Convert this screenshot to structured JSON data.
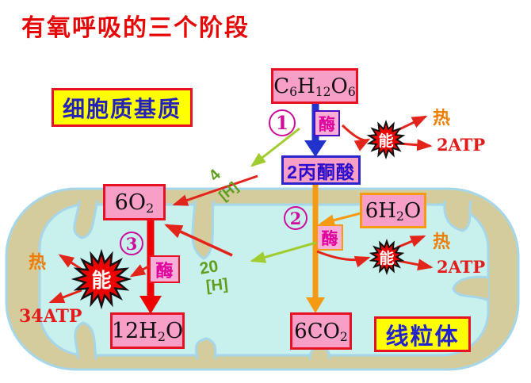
{
  "title": "有氧呼吸的三个阶段",
  "regions": {
    "cytoplasm": "细胞质基质",
    "mitochondrion": "线粒体"
  },
  "molecules": {
    "glucose": {
      "parts": [
        {
          "t": "C"
        },
        {
          "t": "6",
          "sub": true
        },
        {
          "t": "H"
        },
        {
          "t": "12",
          "sub": true
        },
        {
          "t": "O"
        },
        {
          "t": "6",
          "sub": true
        }
      ]
    },
    "pyruvate": {
      "text": "2丙酮酸"
    },
    "oxygen": {
      "parts": [
        {
          "t": "6O"
        },
        {
          "t": "2",
          "sub": true
        }
      ]
    },
    "water_in": {
      "parts": [
        {
          "t": "6H"
        },
        {
          "t": "2",
          "sub": true
        },
        {
          "t": "O"
        }
      ]
    },
    "water_out": {
      "parts": [
        {
          "t": "12H"
        },
        {
          "t": "2",
          "sub": true
        },
        {
          "t": "O"
        }
      ]
    },
    "co2": {
      "parts": [
        {
          "t": "6CO"
        },
        {
          "t": "2",
          "sub": true
        }
      ]
    }
  },
  "stages": {
    "one": "1",
    "two": "2",
    "three": "3"
  },
  "labels": {
    "enzyme": "酶",
    "energy": "能",
    "heat": "热",
    "atp2": "2ATP",
    "atp34": "34ATP",
    "h4": "4",
    "h20": "20",
    "h_bracket": "[H]"
  },
  "colors": {
    "title_red": "#e60707",
    "box_pink": "#f79fc7",
    "box_border_red": "#e81123",
    "label_yellow": "#ffff00",
    "membrane_tan": "#d5cc9e",
    "matrix_cyan": "#c8f1ee",
    "halo_blue": "#a6d7e9",
    "arrow_blue": "#2233cc",
    "arrow_orange": "#f59a12",
    "arrow_red": "#ee0000",
    "arrow_green": "#a0cc30",
    "enzyme_magenta": "#df009e",
    "heat_orange": "#ef7d00",
    "text_blue": "#2222bb"
  }
}
